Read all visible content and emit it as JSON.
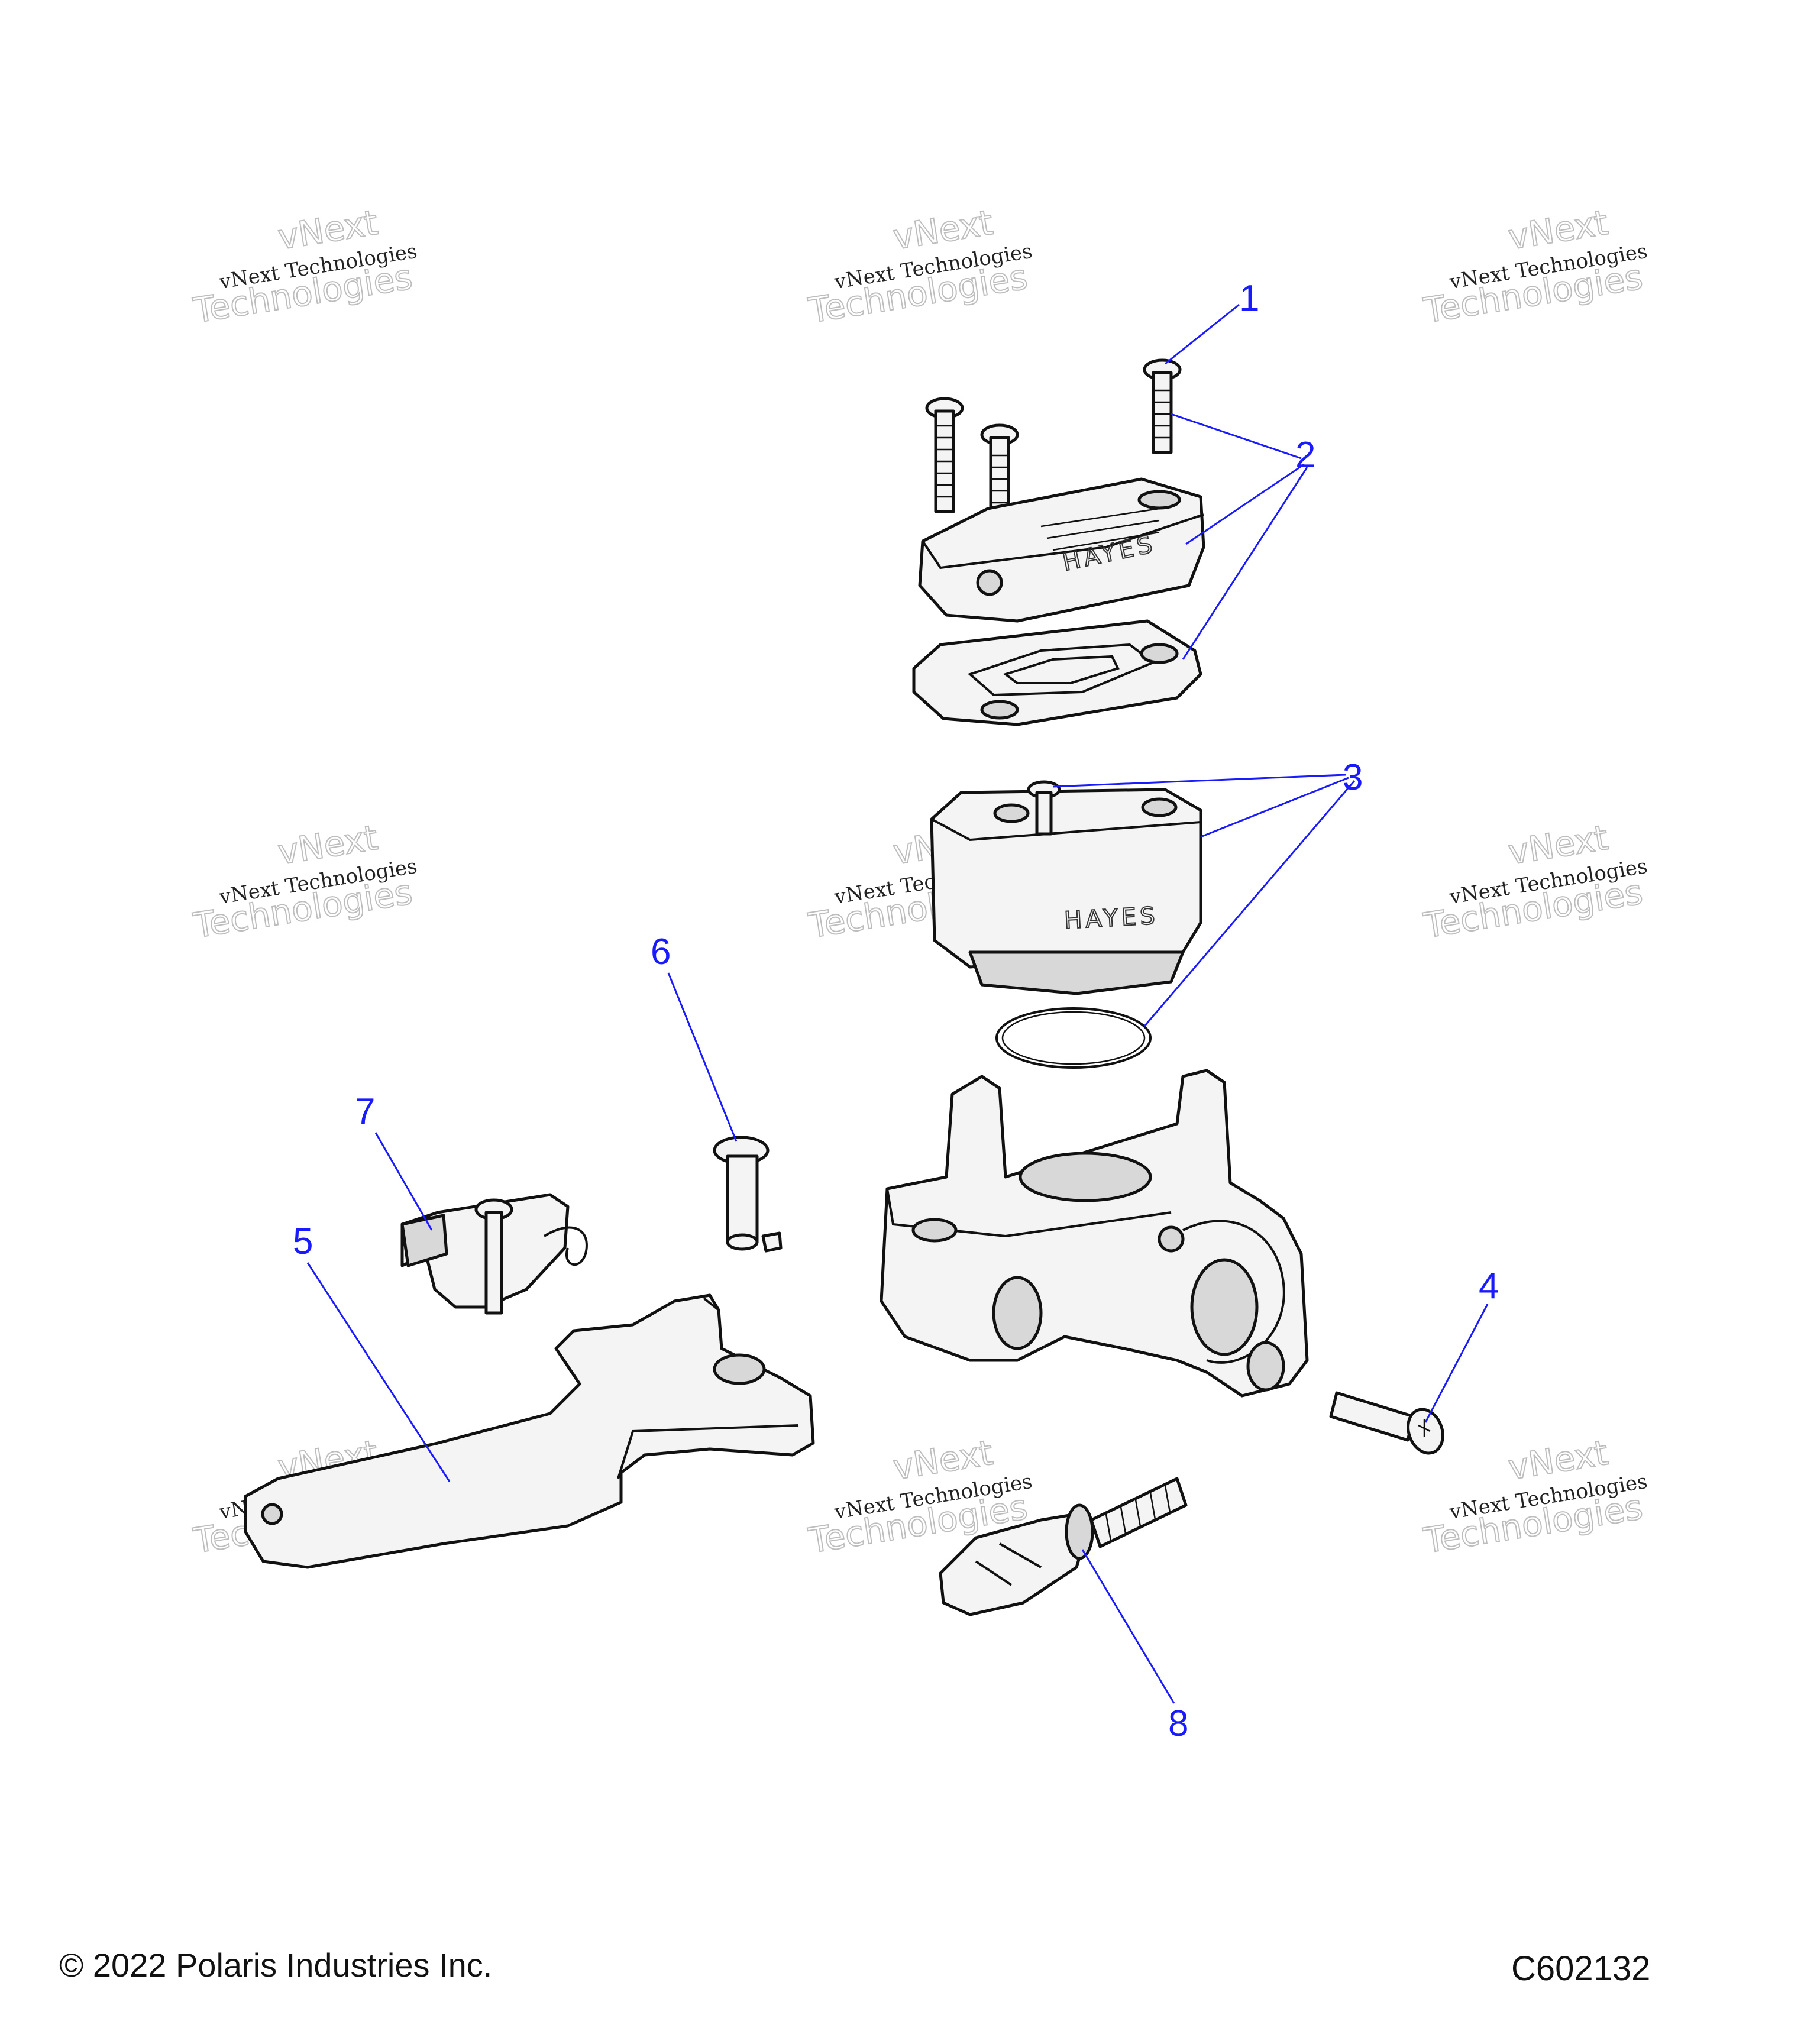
{
  "callouts": [
    "1",
    "2",
    "3",
    "4",
    "5",
    "6",
    "7",
    "8"
  ],
  "watermark": {
    "line1": "vNext Technologies",
    "line2": "vNext",
    "line3": "Technologies"
  },
  "engravings": {
    "body_logo": "HAYES",
    "cap_logo": "HAYES"
  },
  "footer": {
    "copyright": "© 2022 Polaris Industries Inc.",
    "figure_code": "C602132"
  }
}
